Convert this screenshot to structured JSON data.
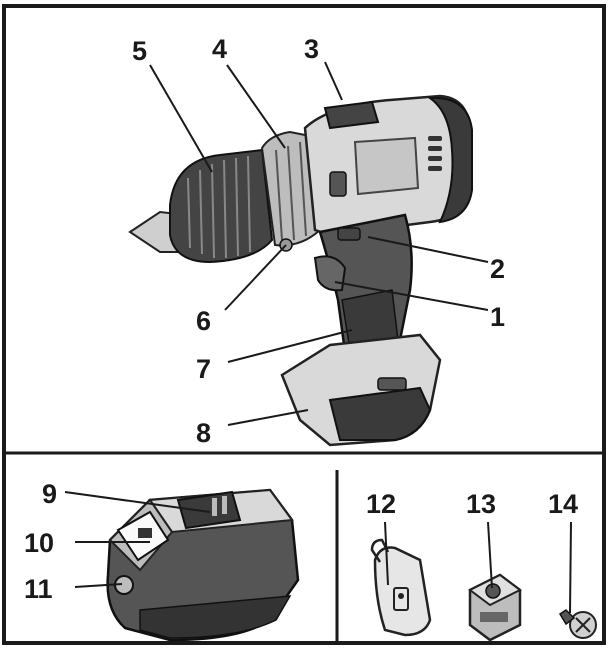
{
  "figure": {
    "callouts": [
      {
        "id": "1",
        "label": "1"
      },
      {
        "id": "2",
        "label": "2"
      },
      {
        "id": "3",
        "label": "3"
      },
      {
        "id": "4",
        "label": "4"
      },
      {
        "id": "5",
        "label": "5"
      },
      {
        "id": "6",
        "label": "6"
      },
      {
        "id": "7",
        "label": "7"
      },
      {
        "id": "8",
        "label": "8"
      },
      {
        "id": "9",
        "label": "9"
      },
      {
        "id": "10",
        "label": "10"
      },
      {
        "id": "11",
        "label": "11"
      },
      {
        "id": "12",
        "label": "12"
      },
      {
        "id": "13",
        "label": "13"
      },
      {
        "id": "14",
        "label": "14"
      }
    ],
    "colors": {
      "frame": "#1a1a1a",
      "body_light": "#d9d9d9",
      "body_dark": "#3a3a3a",
      "grip": "#555555",
      "accent": "#8c8c8c"
    },
    "parts": [
      "drill-icon",
      "battery-pack-icon",
      "belt-clip-icon",
      "bit-holder-icon",
      "screw-icon"
    ]
  }
}
